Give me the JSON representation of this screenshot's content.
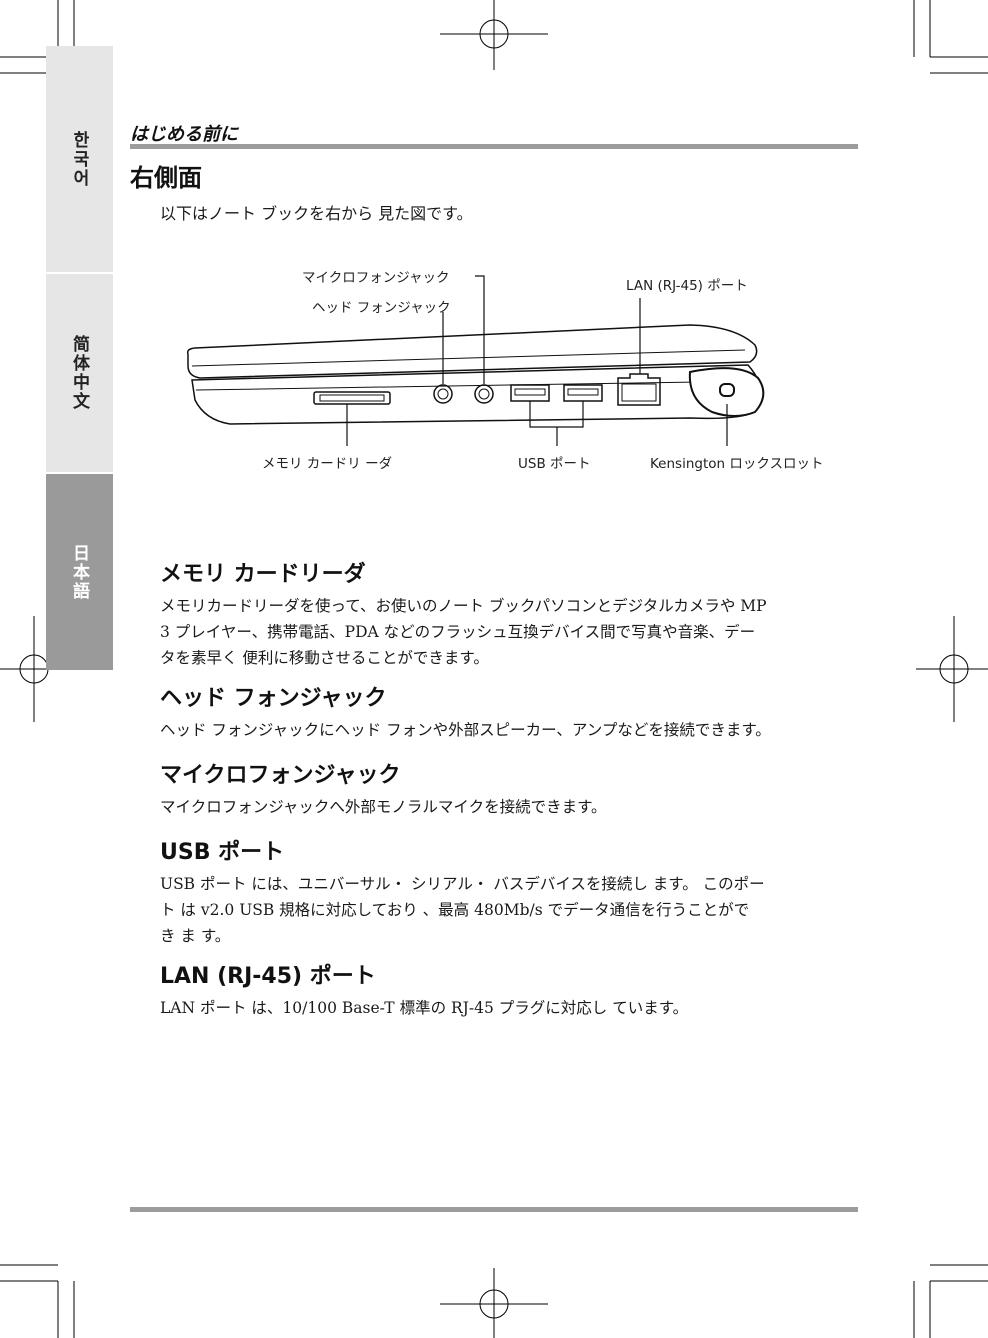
{
  "side_tabs": {
    "korean": "한국어",
    "chinese": "简体中文",
    "japanese": "日本語"
  },
  "header": {
    "section": "はじめる前に"
  },
  "page": {
    "title": "右側面",
    "intro": "以下はノート ブックを右から 見た図です。"
  },
  "diagram": {
    "labels": {
      "microphone": "マイクロフォンジャック",
      "headphone": "ヘッド フォンジャック",
      "lan": "LAN (RJ-45) ポート",
      "card_reader": "メモリ カードリ ーダ",
      "usb": "USB ポート",
      "kensington": "Kensington ロックスロット"
    }
  },
  "sections": {
    "card_reader": {
      "heading": "メモリ カードリーダ",
      "lines": [
        "メモリカードリーダを使って、お使いのノート ブックパソコンとデジタルカメラや MP",
        "3 プレイヤー、携帯電話、PDA などのフラッシュ互換デバイス間で写真や音楽、デー",
        "タを素早く 便利に移動させることができます。"
      ]
    },
    "headphone": {
      "heading": "ヘッド フォンジャック",
      "lines": [
        "ヘッド フォンジャックにヘッド フォンや外部スピーカー、アンプなどを接続できます。"
      ]
    },
    "microphone": {
      "heading": "マイクロフォンジャック",
      "lines": [
        "マイクロフォンジャックへ外部モノラルマイクを接続できます。"
      ]
    },
    "usb": {
      "heading": "USB ポート",
      "lines": [
        "USB ポート には、ユニバーサル・ シリアル・ バスデバイスを接続し ます。 このポー",
        "ト は  v2.0  USB  規格に対応しており 、最高 480Mb/s  でデータ通信を行うことがで",
        "き ま す。"
      ]
    },
    "lan": {
      "heading": "LAN (RJ-45) ポート",
      "lines": [
        "LAN  ポート は、10/100  Base-T  標準の  RJ-45  プラグに対応し ています。"
      ]
    }
  },
  "colors": {
    "tab_active": "#9a9a9a",
    "tab_inactive": "#e6e6e6",
    "rule": "#9c9c9c"
  }
}
